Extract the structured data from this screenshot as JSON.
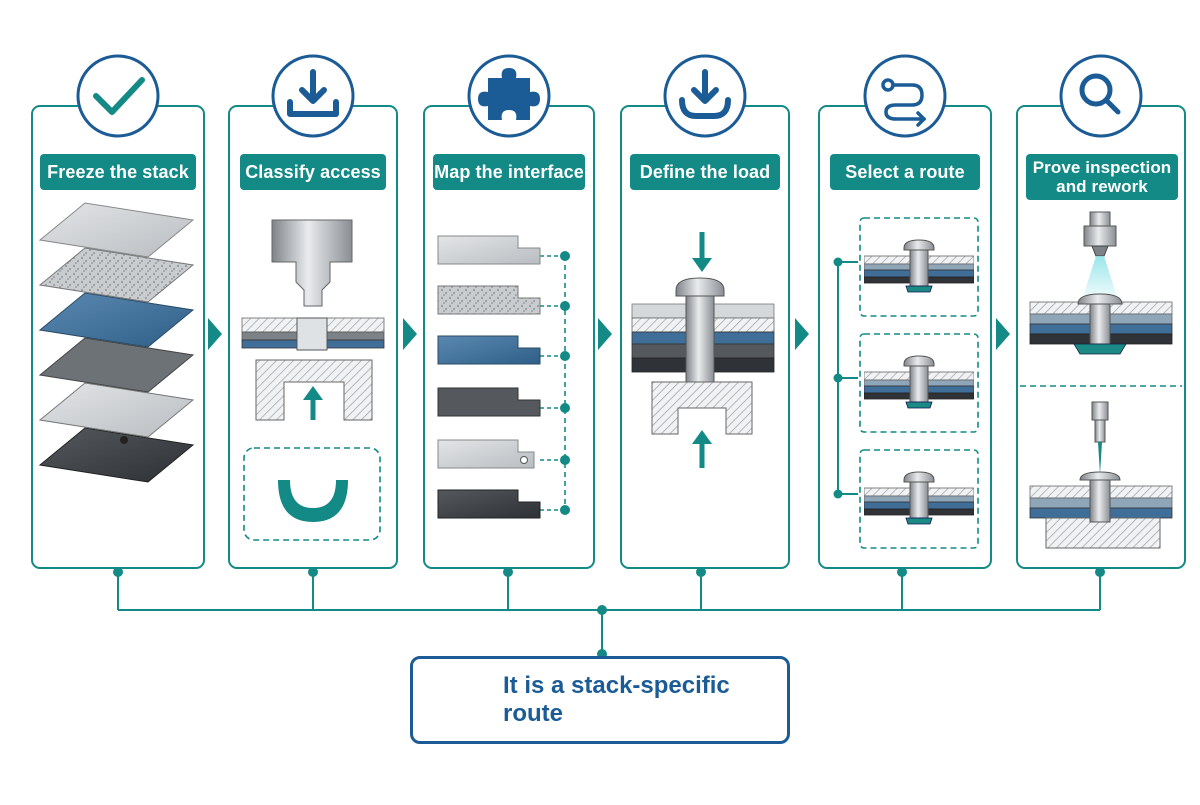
{
  "colors": {
    "teal": "#138a85",
    "navy": "#1b5c96",
    "blue_layer": "#3f6f99",
    "dark_layer": "#3b3f45"
  },
  "steps": [
    {
      "title": "Freeze the stack",
      "icon": "checkmark-icon"
    },
    {
      "title": "Classify access",
      "icon": "download-tray-icon"
    },
    {
      "title": "Map the interface",
      "icon": "puzzle-piece-icon"
    },
    {
      "title": "Define the load",
      "icon": "download-tray-icon"
    },
    {
      "title": "Select a route",
      "icon": "route-path-icon"
    },
    {
      "title": "Prove inspection and rework",
      "title_lines": [
        "Prove inspection",
        "and rework"
      ],
      "icon": "magnifier-icon"
    }
  ],
  "conclusion": {
    "text": "It is a stack-specific route",
    "icon": "verified-badge-icon"
  }
}
